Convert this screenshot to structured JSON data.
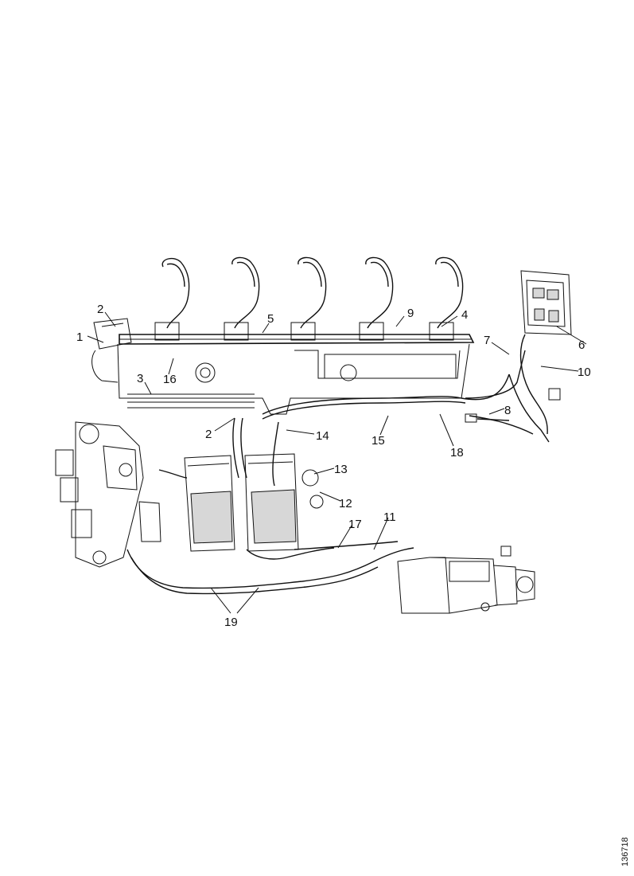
{
  "callouts": [
    {
      "id": "c1",
      "text": "1"
    },
    {
      "id": "c2a",
      "text": "2"
    },
    {
      "id": "c2b",
      "text": "2"
    },
    {
      "id": "c3",
      "text": "3"
    },
    {
      "id": "c4",
      "text": "4"
    },
    {
      "id": "c5",
      "text": "5"
    },
    {
      "id": "c6",
      "text": "6"
    },
    {
      "id": "c7",
      "text": "7"
    },
    {
      "id": "c8",
      "text": "8"
    },
    {
      "id": "c9",
      "text": "9"
    },
    {
      "id": "c10",
      "text": "10"
    },
    {
      "id": "c11",
      "text": "11"
    },
    {
      "id": "c12",
      "text": "12"
    },
    {
      "id": "c13",
      "text": "13"
    },
    {
      "id": "c14",
      "text": "14"
    },
    {
      "id": "c15",
      "text": "15"
    },
    {
      "id": "c16",
      "text": "16"
    },
    {
      "id": "c17",
      "text": "17"
    },
    {
      "id": "c18",
      "text": "18"
    },
    {
      "id": "c19",
      "text": "19"
    }
  ],
  "reference_code": "136718"
}
